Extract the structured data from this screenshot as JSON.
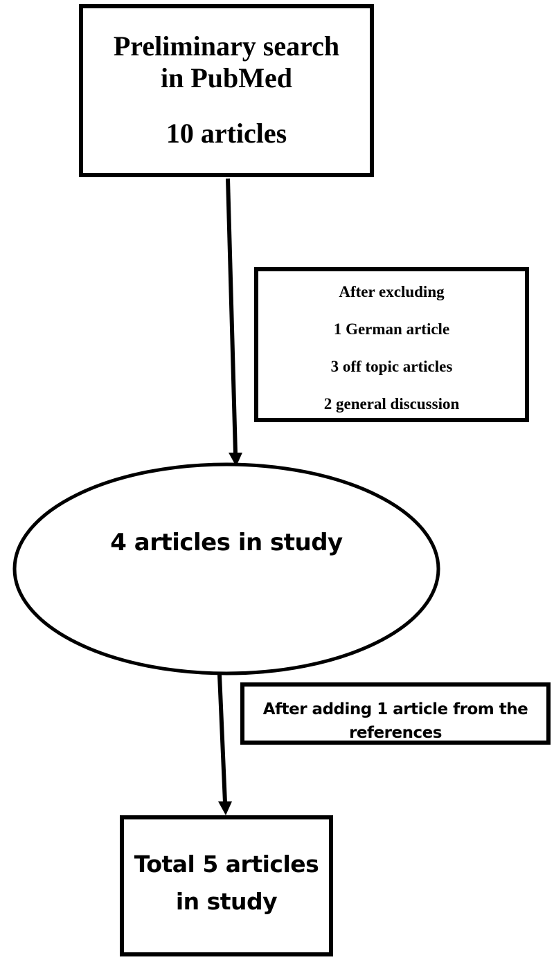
{
  "diagram": {
    "type": "flowchart",
    "nodes": {
      "search": {
        "lines": [
          "Preliminary search",
          "in PubMed",
          "10 articles"
        ]
      },
      "exclusion": {
        "lines": [
          "After excluding",
          "1 German article",
          "3 off topic articles",
          "2 general discussion"
        ]
      },
      "included": {
        "label": "4 articles in study"
      },
      "addition": {
        "lines": [
          "After adding 1 article from the",
          "references"
        ]
      },
      "total": {
        "lines": [
          "Total 5 articles",
          "in study"
        ]
      }
    },
    "edges": [
      {
        "from": "search",
        "to": "included",
        "annotation": "exclusion"
      },
      {
        "from": "included",
        "to": "total",
        "annotation": "addition"
      }
    ],
    "colors": {
      "stroke": "#000000",
      "fill": "#ffffff"
    }
  }
}
